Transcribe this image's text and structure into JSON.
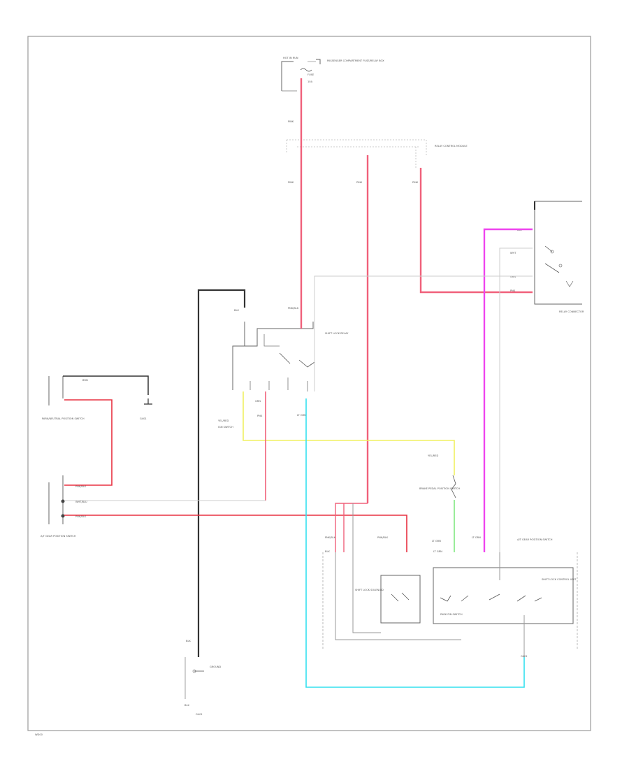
{
  "diagram": {
    "labels": {
      "top_fuse_block": "HOT IN RUN",
      "top_fuse_desc": "PASSENGER COMPARTMENT FUSE/RELAY BOX",
      "fuse": "FUSE",
      "fuse_amp": "10A",
      "wire_top": "PINK",
      "junction_desc": "RELAY CONTROL MODULE",
      "wire_a": "PINK",
      "wire_b": "PINK",
      "wire_c": "PINK",
      "right_connector": "RELAY CONNECTOR",
      "right_blu": "BLU",
      "right_wht": "WHT",
      "right_grn": "GRN",
      "right_pnk": "PNK",
      "center_relay_desc": "SHIFT LOCK RELAY",
      "center_wire_label": "PNK/BLK",
      "center_blk": "BLK",
      "center_grn": "GRN",
      "center_lt_grn": "LT GRN",
      "yel_red": "YEL/RED",
      "pnk": "PNK",
      "ignition_label": "IGN SWITCH",
      "left_module_top": "BRN",
      "left_module_desc": "PARK/NEUTRAL POSITION SWITCH",
      "ground_left": "G401",
      "left_bottom_connector": "A/T GEAR POSITION SWITCH",
      "left_wire_1": "PNK/BLK",
      "left_wire_2": "WHT/BLU",
      "left_wire_3": "PNK/BLK",
      "brake_switch_desc": "BRAKE PEDAL POSITION SWITCH",
      "yel_red_right": "YEL/RED",
      "brake_wire": "LT GRN",
      "bottom_left_wire1": "PNK/BLK",
      "bottom_left_wire2": "PNK/BLK",
      "shift_lock_solenoid": "SHIFT LOCK SOLENOID",
      "shift_lock_desc": "A/T GEAR POSITION SWITCH",
      "park_pin_switch": "PARK PIN SWITCH",
      "bottom_lt_grn": "LT GRN",
      "bottom_lt_grn2": "LT GRN",
      "bottom_blk_label": "BLK",
      "bottom_module_desc": "SHIFT LOCK CONTROL UNIT",
      "bottom_ground": "G401",
      "bottom_ground_desc": "GROUND",
      "footer_code": "WD00"
    },
    "colors": {
      "pink": "#f0607a",
      "red": "#e83040",
      "magenta": "#ee44ee",
      "cyan": "#33e0ee",
      "yellow": "#f0f060",
      "green": "#80e880",
      "black": "#333333",
      "gray": "#999999",
      "light_gray": "#cccccc"
    }
  }
}
